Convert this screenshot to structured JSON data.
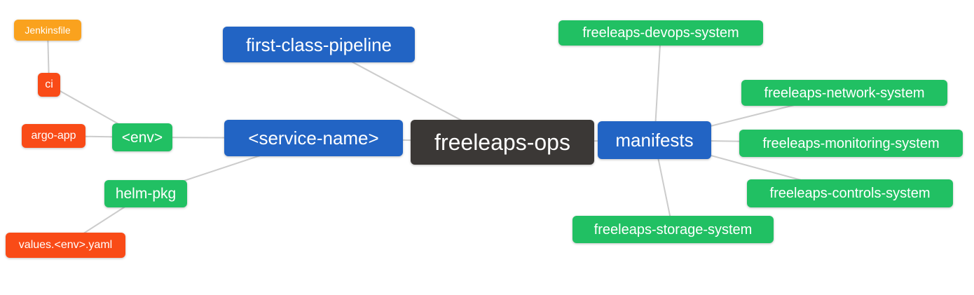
{
  "diagram": {
    "type": "mindmap",
    "root": "freeleaps-ops",
    "palette": {
      "root_dark": "#3B3836",
      "branch_blue": "#2264C4",
      "leaf_green": "#21C063",
      "leaf_red": "#F94B17",
      "leaf_orange": "#FAA21E",
      "edge_gray": "#CCCCCC",
      "text": "#FFFFFF",
      "background": "#FFFFFF"
    },
    "nodes": {
      "freeleaps_ops": {
        "label": "freeleaps-ops",
        "color": "#3B3836"
      },
      "first_class_pipeline": {
        "label": "first-class-pipeline",
        "color": "#2264C4"
      },
      "service_name": {
        "label": "<service-name>",
        "color": "#2264C4"
      },
      "manifests": {
        "label": "manifests",
        "color": "#2264C4"
      },
      "env": {
        "label": "<env>",
        "color": "#21C063"
      },
      "helm_pkg": {
        "label": "helm-pkg",
        "color": "#21C063"
      },
      "ci": {
        "label": "ci",
        "color": "#F94B17"
      },
      "argo_app": {
        "label": "argo-app",
        "color": "#F94B17"
      },
      "values_env_yaml": {
        "label": "values.<env>.yaml",
        "color": "#F94B17"
      },
      "jenkinsfile": {
        "label": "Jenkinsfile",
        "color": "#FAA21E"
      },
      "devops_system": {
        "label": "freeleaps-devops-system",
        "color": "#21C063"
      },
      "network_system": {
        "label": "freeleaps-network-system",
        "color": "#21C063"
      },
      "monitoring_system": {
        "label": "freeleaps-monitoring-system",
        "color": "#21C063"
      },
      "controls_system": {
        "label": "freeleaps-controls-system",
        "color": "#21C063"
      },
      "storage_system": {
        "label": "freeleaps-storage-system",
        "color": "#21C063"
      }
    },
    "edges": [
      {
        "from": "jenkinsfile",
        "to": "ci"
      },
      {
        "from": "ci",
        "to": "env"
      },
      {
        "from": "argo_app",
        "to": "env"
      },
      {
        "from": "env",
        "to": "service_name"
      },
      {
        "from": "helm_pkg",
        "to": "service_name"
      },
      {
        "from": "values_env_yaml",
        "to": "helm_pkg"
      },
      {
        "from": "service_name",
        "to": "freeleaps_ops"
      },
      {
        "from": "first_class_pipeline",
        "to": "freeleaps_ops"
      },
      {
        "from": "freeleaps_ops",
        "to": "manifests"
      },
      {
        "from": "manifests",
        "to": "devops_system"
      },
      {
        "from": "manifests",
        "to": "network_system"
      },
      {
        "from": "manifests",
        "to": "monitoring_system"
      },
      {
        "from": "manifests",
        "to": "controls_system"
      },
      {
        "from": "manifests",
        "to": "storage_system"
      }
    ]
  }
}
